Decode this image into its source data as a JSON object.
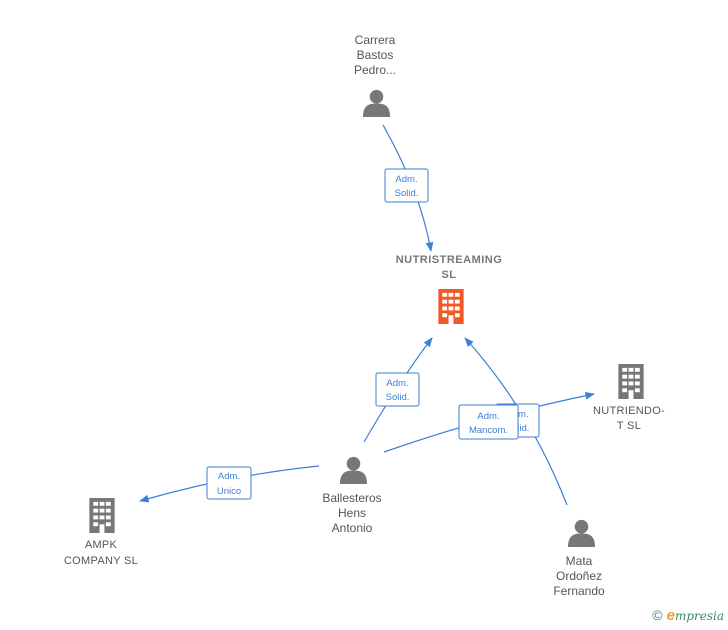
{
  "nodes": {
    "carrera": {
      "lines": [
        "Carrera",
        "Bastos",
        "Pedro..."
      ],
      "icon": "person-icon"
    },
    "nutristreaming": {
      "lines": [
        "NUTRISTREAMING",
        "SL"
      ],
      "icon": "building-icon",
      "color": "#f05a28"
    },
    "nutriendo": {
      "lines": [
        "NUTRIENDO-",
        "T  SL"
      ],
      "icon": "building-icon",
      "color": "#777777"
    },
    "ballesteros": {
      "lines": [
        "Ballesteros",
        "Hens",
        "Antonio"
      ],
      "icon": "person-icon"
    },
    "ampk": {
      "lines": [
        "AMPK",
        "COMPANY  SL"
      ],
      "icon": "building-icon",
      "color": "#777777"
    },
    "mata": {
      "lines": [
        "Mata",
        "Ordoñez",
        "Fernando"
      ],
      "icon": "person-icon"
    }
  },
  "edges": [
    {
      "id": "carrera-nutristreaming",
      "lines": [
        "Adm.",
        "Solid."
      ]
    },
    {
      "id": "ballesteros-nutristreaming",
      "lines": [
        "Adm.",
        "Solid."
      ]
    },
    {
      "id": "mata-nutristreaming",
      "lines": [
        "Adm.",
        "Solid."
      ]
    },
    {
      "id": "ballesteros-nutriendo",
      "lines": [
        "Adm.",
        "Mancom."
      ]
    },
    {
      "id": "ballesteros-ampk",
      "lines": [
        "Adm.",
        "Unico"
      ]
    }
  ],
  "footer": {
    "copyright": "©",
    "brand_initial": "e",
    "brand_rest": "mpresia"
  },
  "colors": {
    "edge": "#3b7fd6",
    "person": "#777777",
    "focus_company": "#f05a28",
    "company": "#777777"
  }
}
